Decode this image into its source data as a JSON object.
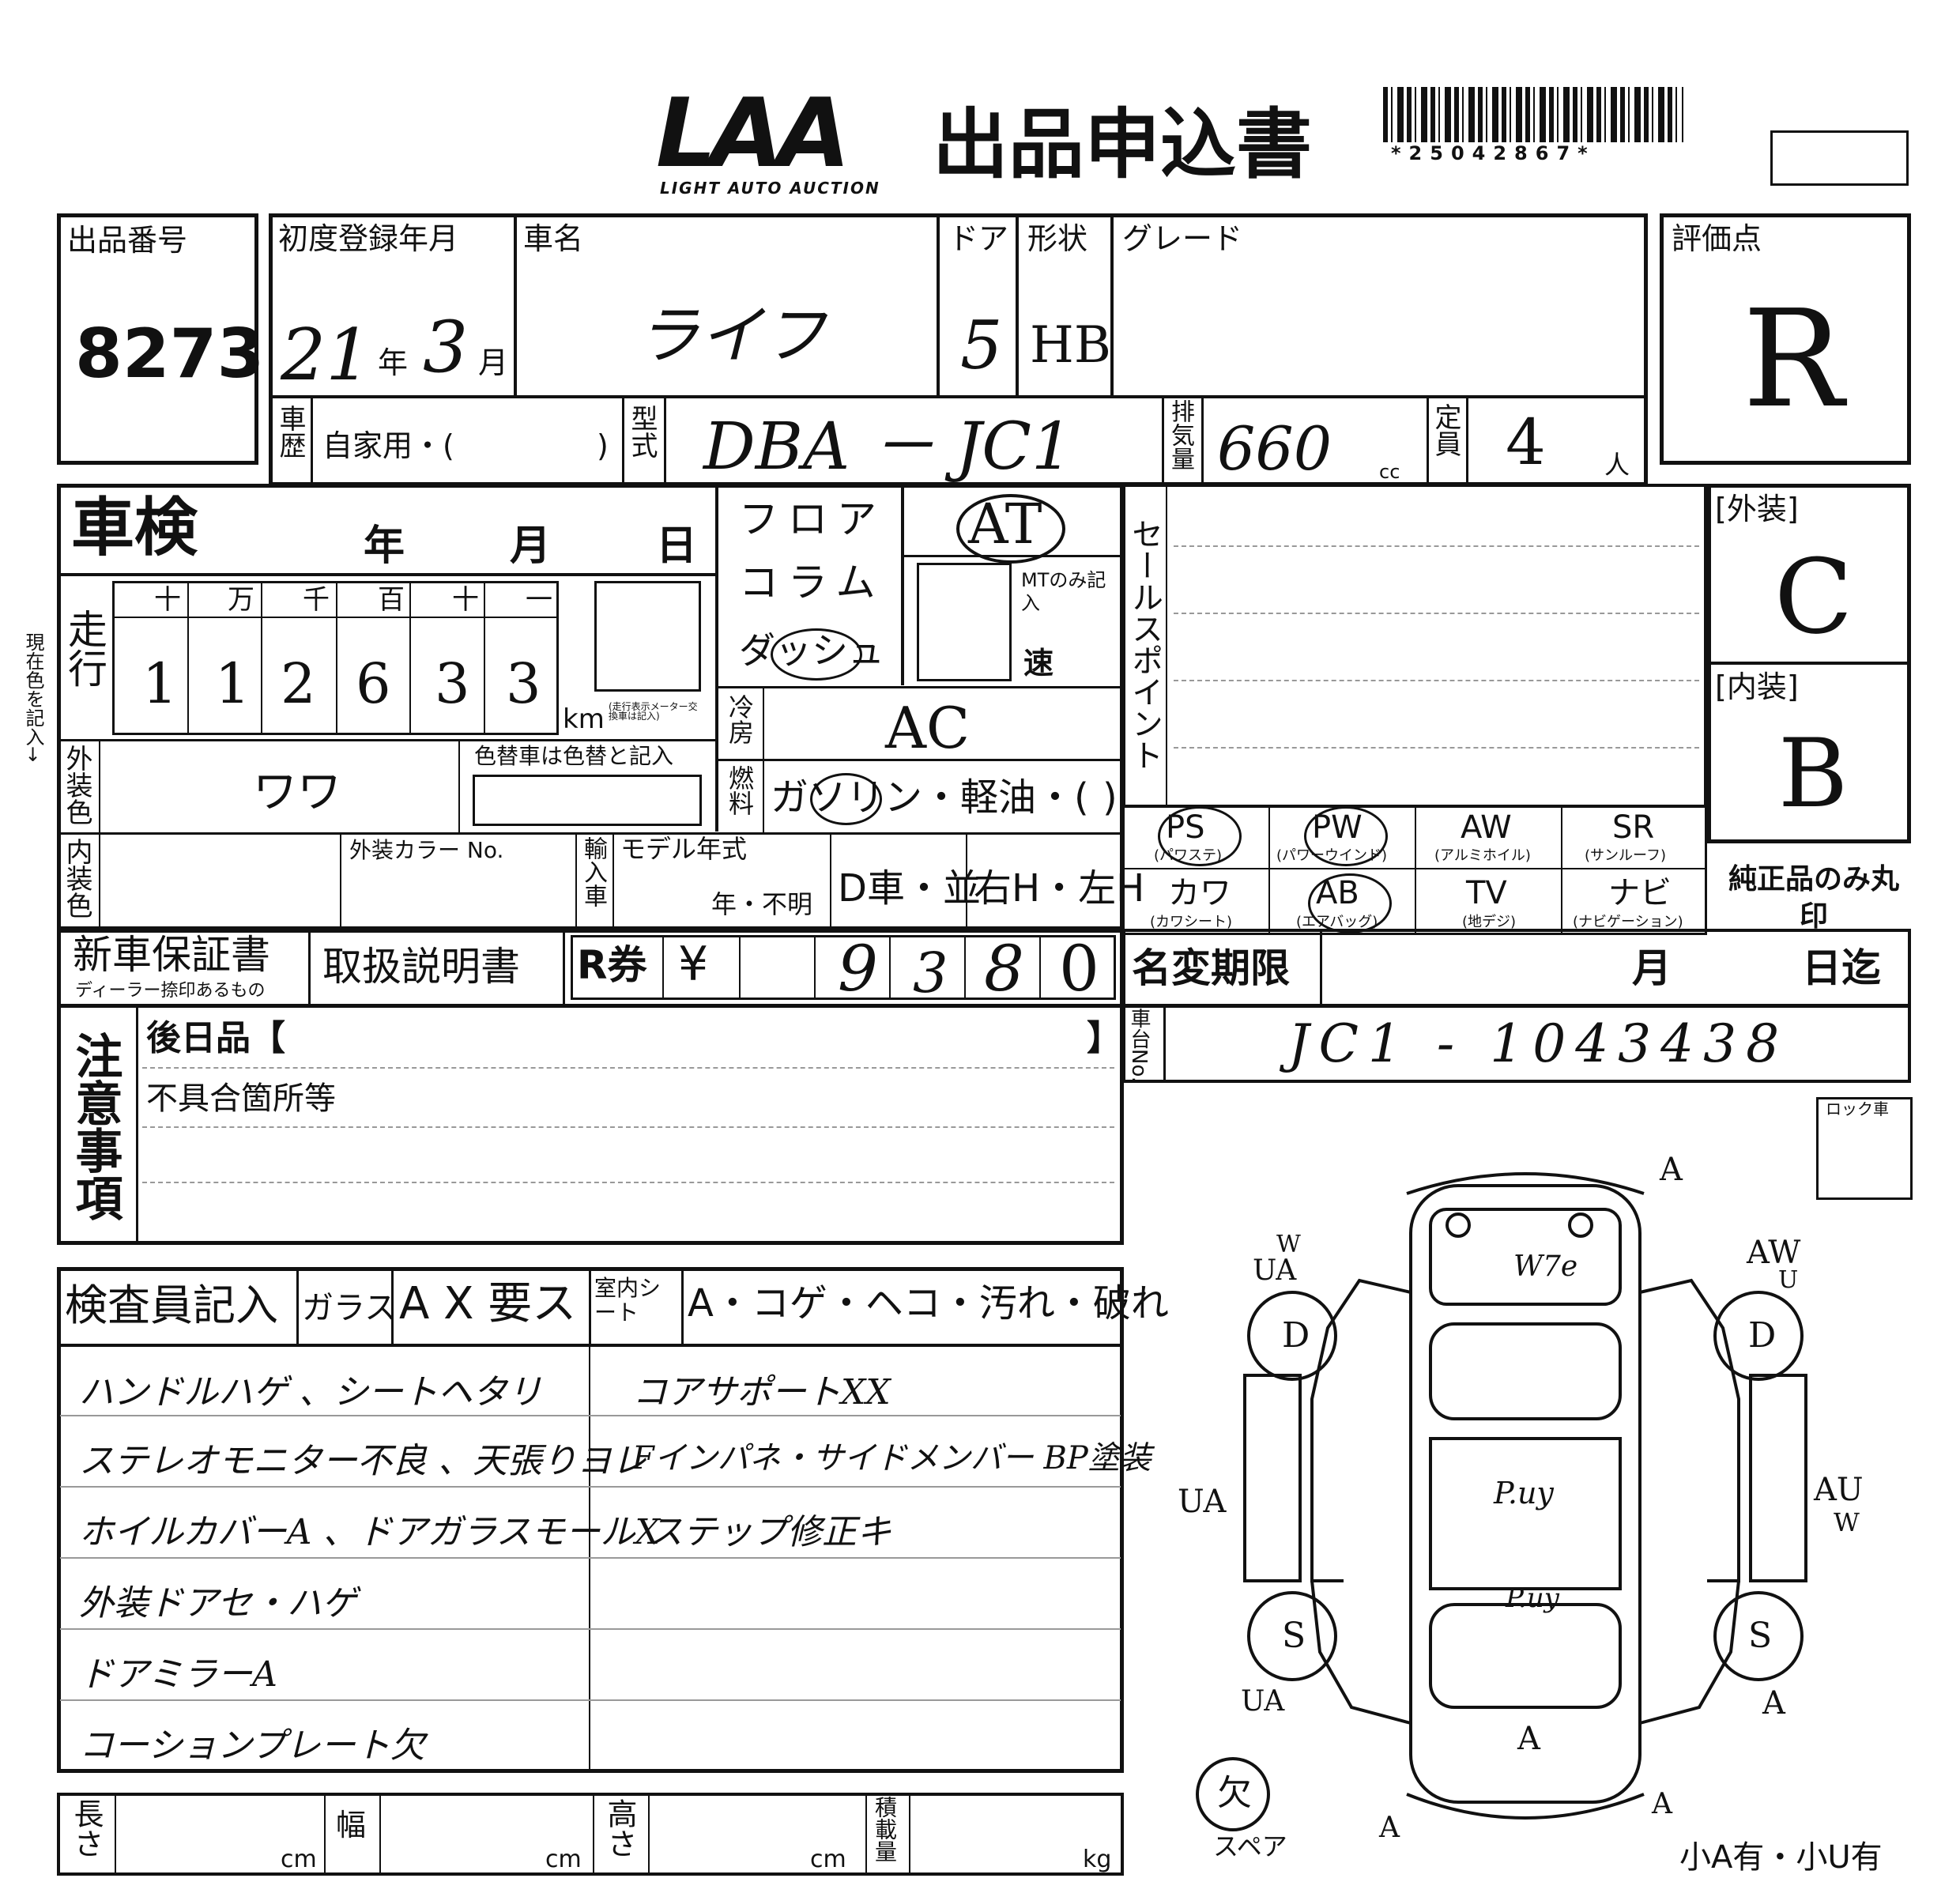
{
  "header": {
    "logo": "LAA",
    "logo_sub": "LIGHT AUTO AUCTION",
    "title": "出品申込書",
    "barcode_number": "*25042867*"
  },
  "top": {
    "lot_label": "出品番号",
    "lot_value": "8273",
    "reg_label": "初度登録年月",
    "reg_year": "21",
    "reg_year_unit": "年",
    "reg_month": "3",
    "reg_month_unit": "月",
    "name_label": "車名",
    "name_value": "ライフ",
    "door_label": "ドア",
    "door_value": "5",
    "shape_label": "形状",
    "shape_value": "HB",
    "grade_label": "グレード",
    "score_label": "評価点",
    "score_value": "R",
    "history_label": "車歴",
    "history_value": "自家用・(",
    "history_close": ")",
    "model_label": "型式",
    "model_value": "DBA － JC1",
    "disp_label": "排気量",
    "disp_value": "660",
    "disp_unit": "cc",
    "cap_label": "定員",
    "cap_value": "4",
    "cap_unit": "人"
  },
  "inspect": {
    "shaken_label": "車検",
    "year": "年",
    "month": "月",
    "day": "日",
    "shift_floor": "フロア",
    "shift_column": "コラム",
    "shift_dash": "ダッシュ",
    "trans_value": "AT",
    "mt_note": "MTのみ記入",
    "speed": "速",
    "mileage_label": "走行",
    "digit_headers": [
      "十",
      "万",
      "千",
      "百",
      "十",
      "一"
    ],
    "digits": [
      "1",
      "1",
      "2",
      "6",
      "3",
      "3"
    ],
    "km_unit": "km",
    "km_note": "(走行表示メーター交換車は記入)",
    "cooling_label": "冷房",
    "cooling_value": "AC",
    "fuel_label": "燃料",
    "fuel_value": "ガソリン・軽油・(",
    "fuel_close": ")",
    "exterior_color_label": "外装色",
    "exterior_color_value": "ワワ",
    "color_change_note": "色替車は色替と記入",
    "interior_color_label": "内装色",
    "color_no_label": "外装カラー No.",
    "import_label": "輸入車",
    "model_year_label": "モデル年式",
    "model_year_suffix": "年・不明",
    "dealer": "D車・並",
    "handle": "右H・左H",
    "sales_point_label": "セールスポイント",
    "exterior_grade_label": "[外装]",
    "exterior_grade": "C",
    "interior_grade_label": "[内装]",
    "interior_grade": "B",
    "genuine_note": "純正品のみ丸印"
  },
  "equipment": [
    {
      "code": "PS",
      "sub": "(パワステ)"
    },
    {
      "code": "PW",
      "sub": "(パワーウインド)"
    },
    {
      "code": "AW",
      "sub": "(アルミホイル)"
    },
    {
      "code": "SR",
      "sub": "(サンルーフ)"
    },
    {
      "code": "カワ",
      "sub": "(カワシート)"
    },
    {
      "code": "AB",
      "sub": "(エアバッグ)"
    },
    {
      "code": "TV",
      "sub": "(地デジ)"
    },
    {
      "code": "ナビ",
      "sub": "(ナビゲーション)"
    }
  ],
  "docs": {
    "warranty": "新車保証書",
    "warranty_note": "ディーラー捺印あるもの",
    "manual": "取扱説明書",
    "r_ticket": "R券",
    "yen": "¥",
    "r_digits": [
      "",
      "",
      "9",
      "3",
      "8",
      "0"
    ],
    "name_change_label": "名変期限",
    "name_change_month": "月",
    "name_change_until": "日迄",
    "chassis_label": "車台No.",
    "chassis_value": "JC1 - 1043438"
  },
  "notes": {
    "label": "注意事項",
    "later_items": "後日品【",
    "later_close": "】",
    "defects": "不具合箇所等"
  },
  "inspector": {
    "label": "検査員記入",
    "glass_label": "ガラス",
    "glass_value": "A X 要ス",
    "seat_label": "室内シート",
    "seat_value": "A・コゲ・ヘコ・汚れ・破れ",
    "lines_left": [
      "ハンドルハゲ 、シートヘタリ",
      "ステレオモニター不良 、天張りヨレ",
      "ホイルカバーA 、ドアガラスモールX",
      "外装ドアセ・ハゲ",
      "ドアミラーA",
      "コーションプレート欠"
    ],
    "lines_right": [
      "コアサポートXX",
      "Fインパネ・サイドメンバー BP塗装",
      "ステップ修正キ",
      "",
      "",
      ""
    ]
  },
  "dims": {
    "length_label": "長さ",
    "width_label": "幅",
    "height_label": "高さ",
    "load_label": "積載量",
    "cm": "cm",
    "kg": "kg"
  },
  "diagram": {
    "lock_label": "ロック車",
    "spare_label": "スペア",
    "spare_mark": "欠",
    "small_marks": "小A有・小U有",
    "marks": {
      "roof": "W7e",
      "top_right": "AW",
      "top_right_u": "U",
      "top_left": "UA",
      "top_left_w": "W",
      "front_a": "A",
      "wheel_fl": "D",
      "wheel_fr": "D",
      "wheel_rl": "S",
      "wheel_rr": "S",
      "side_l": "UA",
      "side_r": "AU",
      "side_r_w": "W",
      "mid": "P.uy",
      "rear": "P.uy",
      "rear_a": "A",
      "low_l": "UA",
      "low_r": "A",
      "bottom_a1": "A",
      "bottom_a2": "A"
    }
  }
}
